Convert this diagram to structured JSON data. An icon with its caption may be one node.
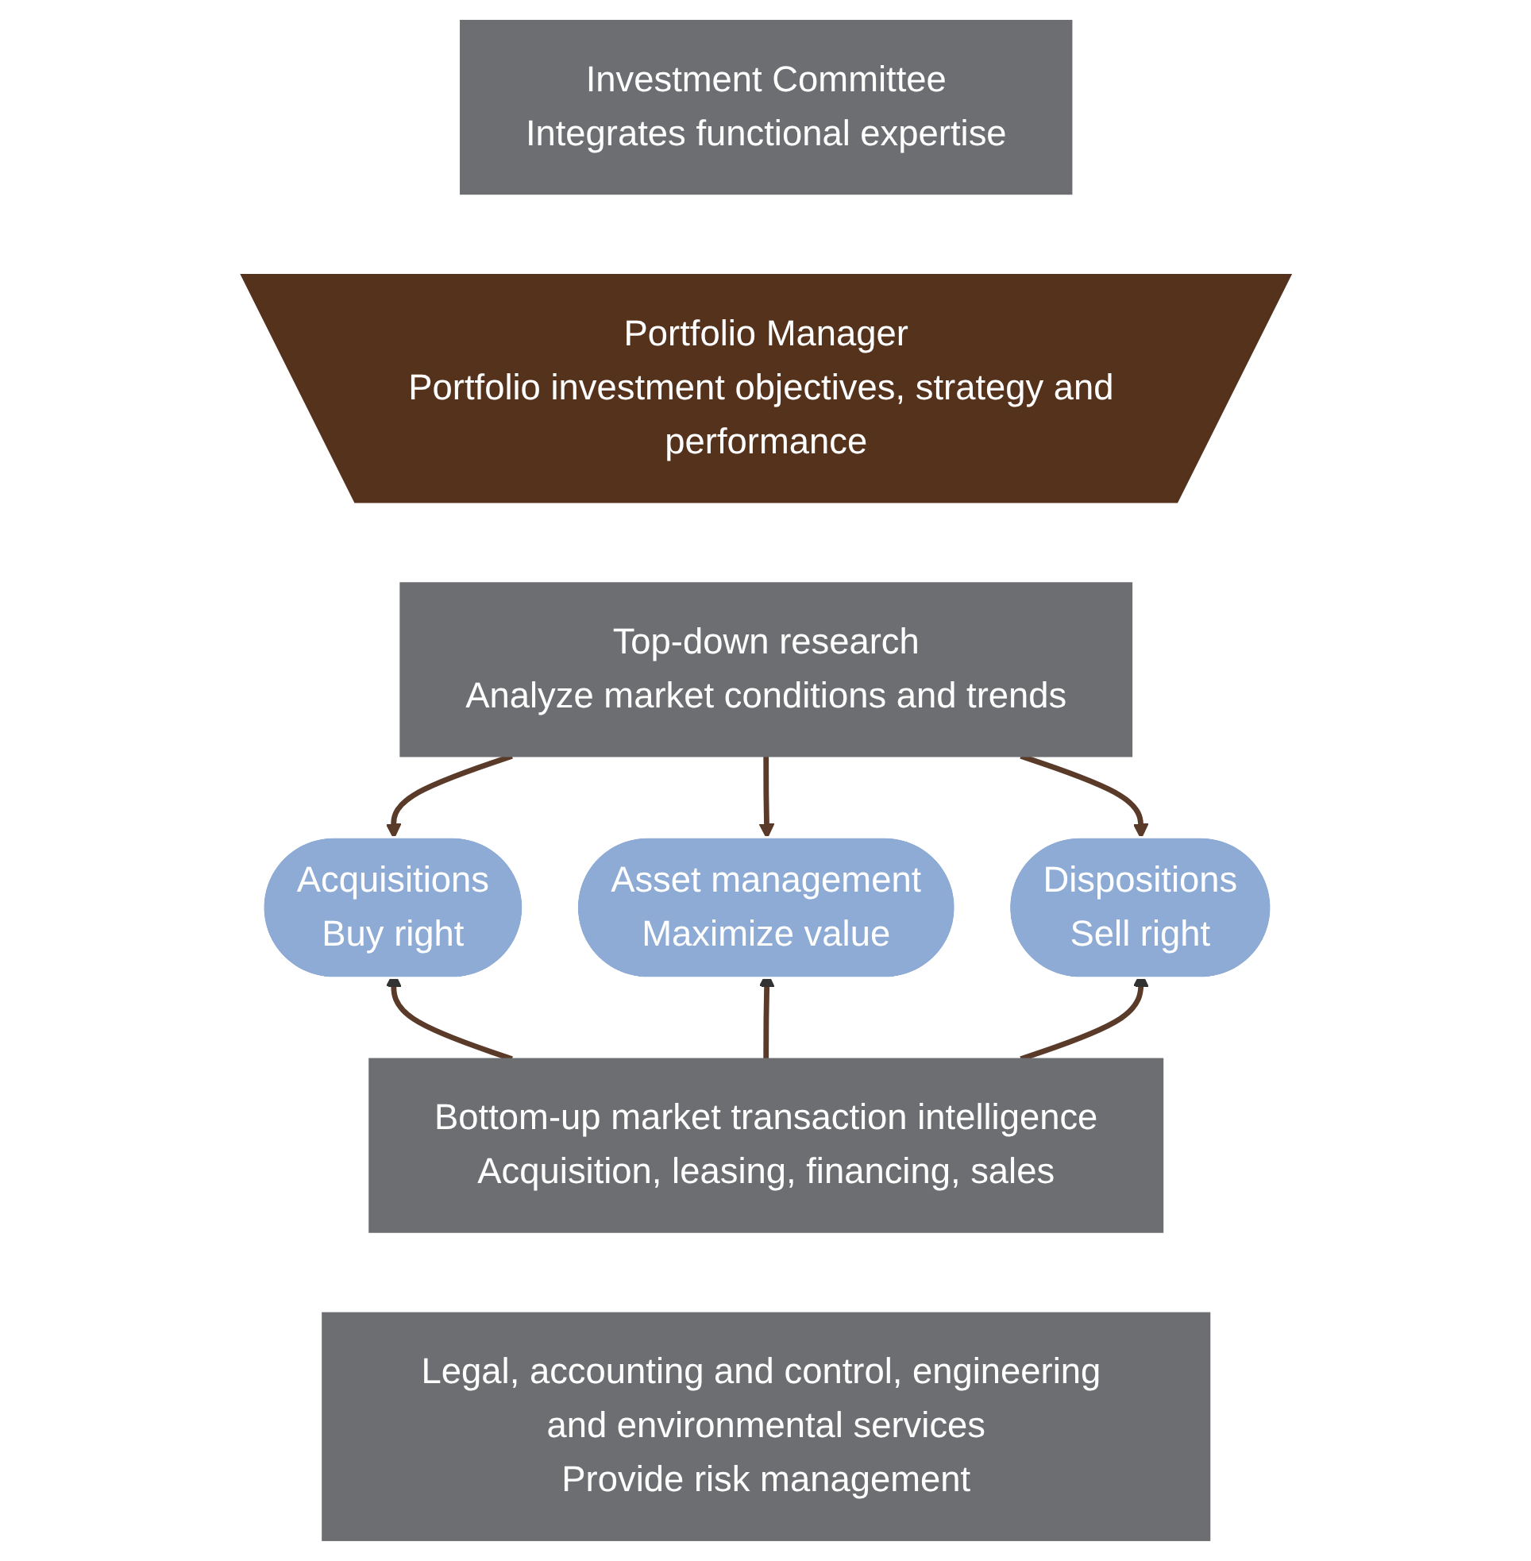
{
  "diagram": {
    "nodes": [
      {
        "text": [
          "Investment Committee",
          "Integrates functional expertise"
        ]
      },
      {
        "text": [
          "Portfolio Manager",
          "Portfolio investment objectives, strategy and performance"
        ]
      },
      {
        "text": [
          "Top-down research",
          "Analyze market conditions and trends"
        ]
      },
      {
        "text": [
          "Acquisitions",
          "Buy right"
        ]
      },
      {
        "text": [
          "Asset management",
          "Maximize value"
        ]
      },
      {
        "text": [
          "Dispositions",
          "Sell right"
        ]
      },
      {
        "text": [
          "Bottom-up market transaction intelligence",
          "Acquisition, leasing, financing, sales"
        ]
      },
      {
        "text": [
          "Legal, accounting and control, engineering and environmental services",
          "Provide risk management"
        ]
      }
    ],
    "edges": [
      {
        "from": 2,
        "to": 3,
        "arrow": "to"
      },
      {
        "from": 2,
        "to": 4,
        "arrow": "to"
      },
      {
        "from": 2,
        "to": 5,
        "arrow": "to"
      },
      {
        "from": 6,
        "to": 3,
        "arrow": "to"
      },
      {
        "from": 6,
        "to": 4,
        "arrow": "to"
      },
      {
        "from": 6,
        "to": 5,
        "arrow": "to"
      }
    ]
  }
}
